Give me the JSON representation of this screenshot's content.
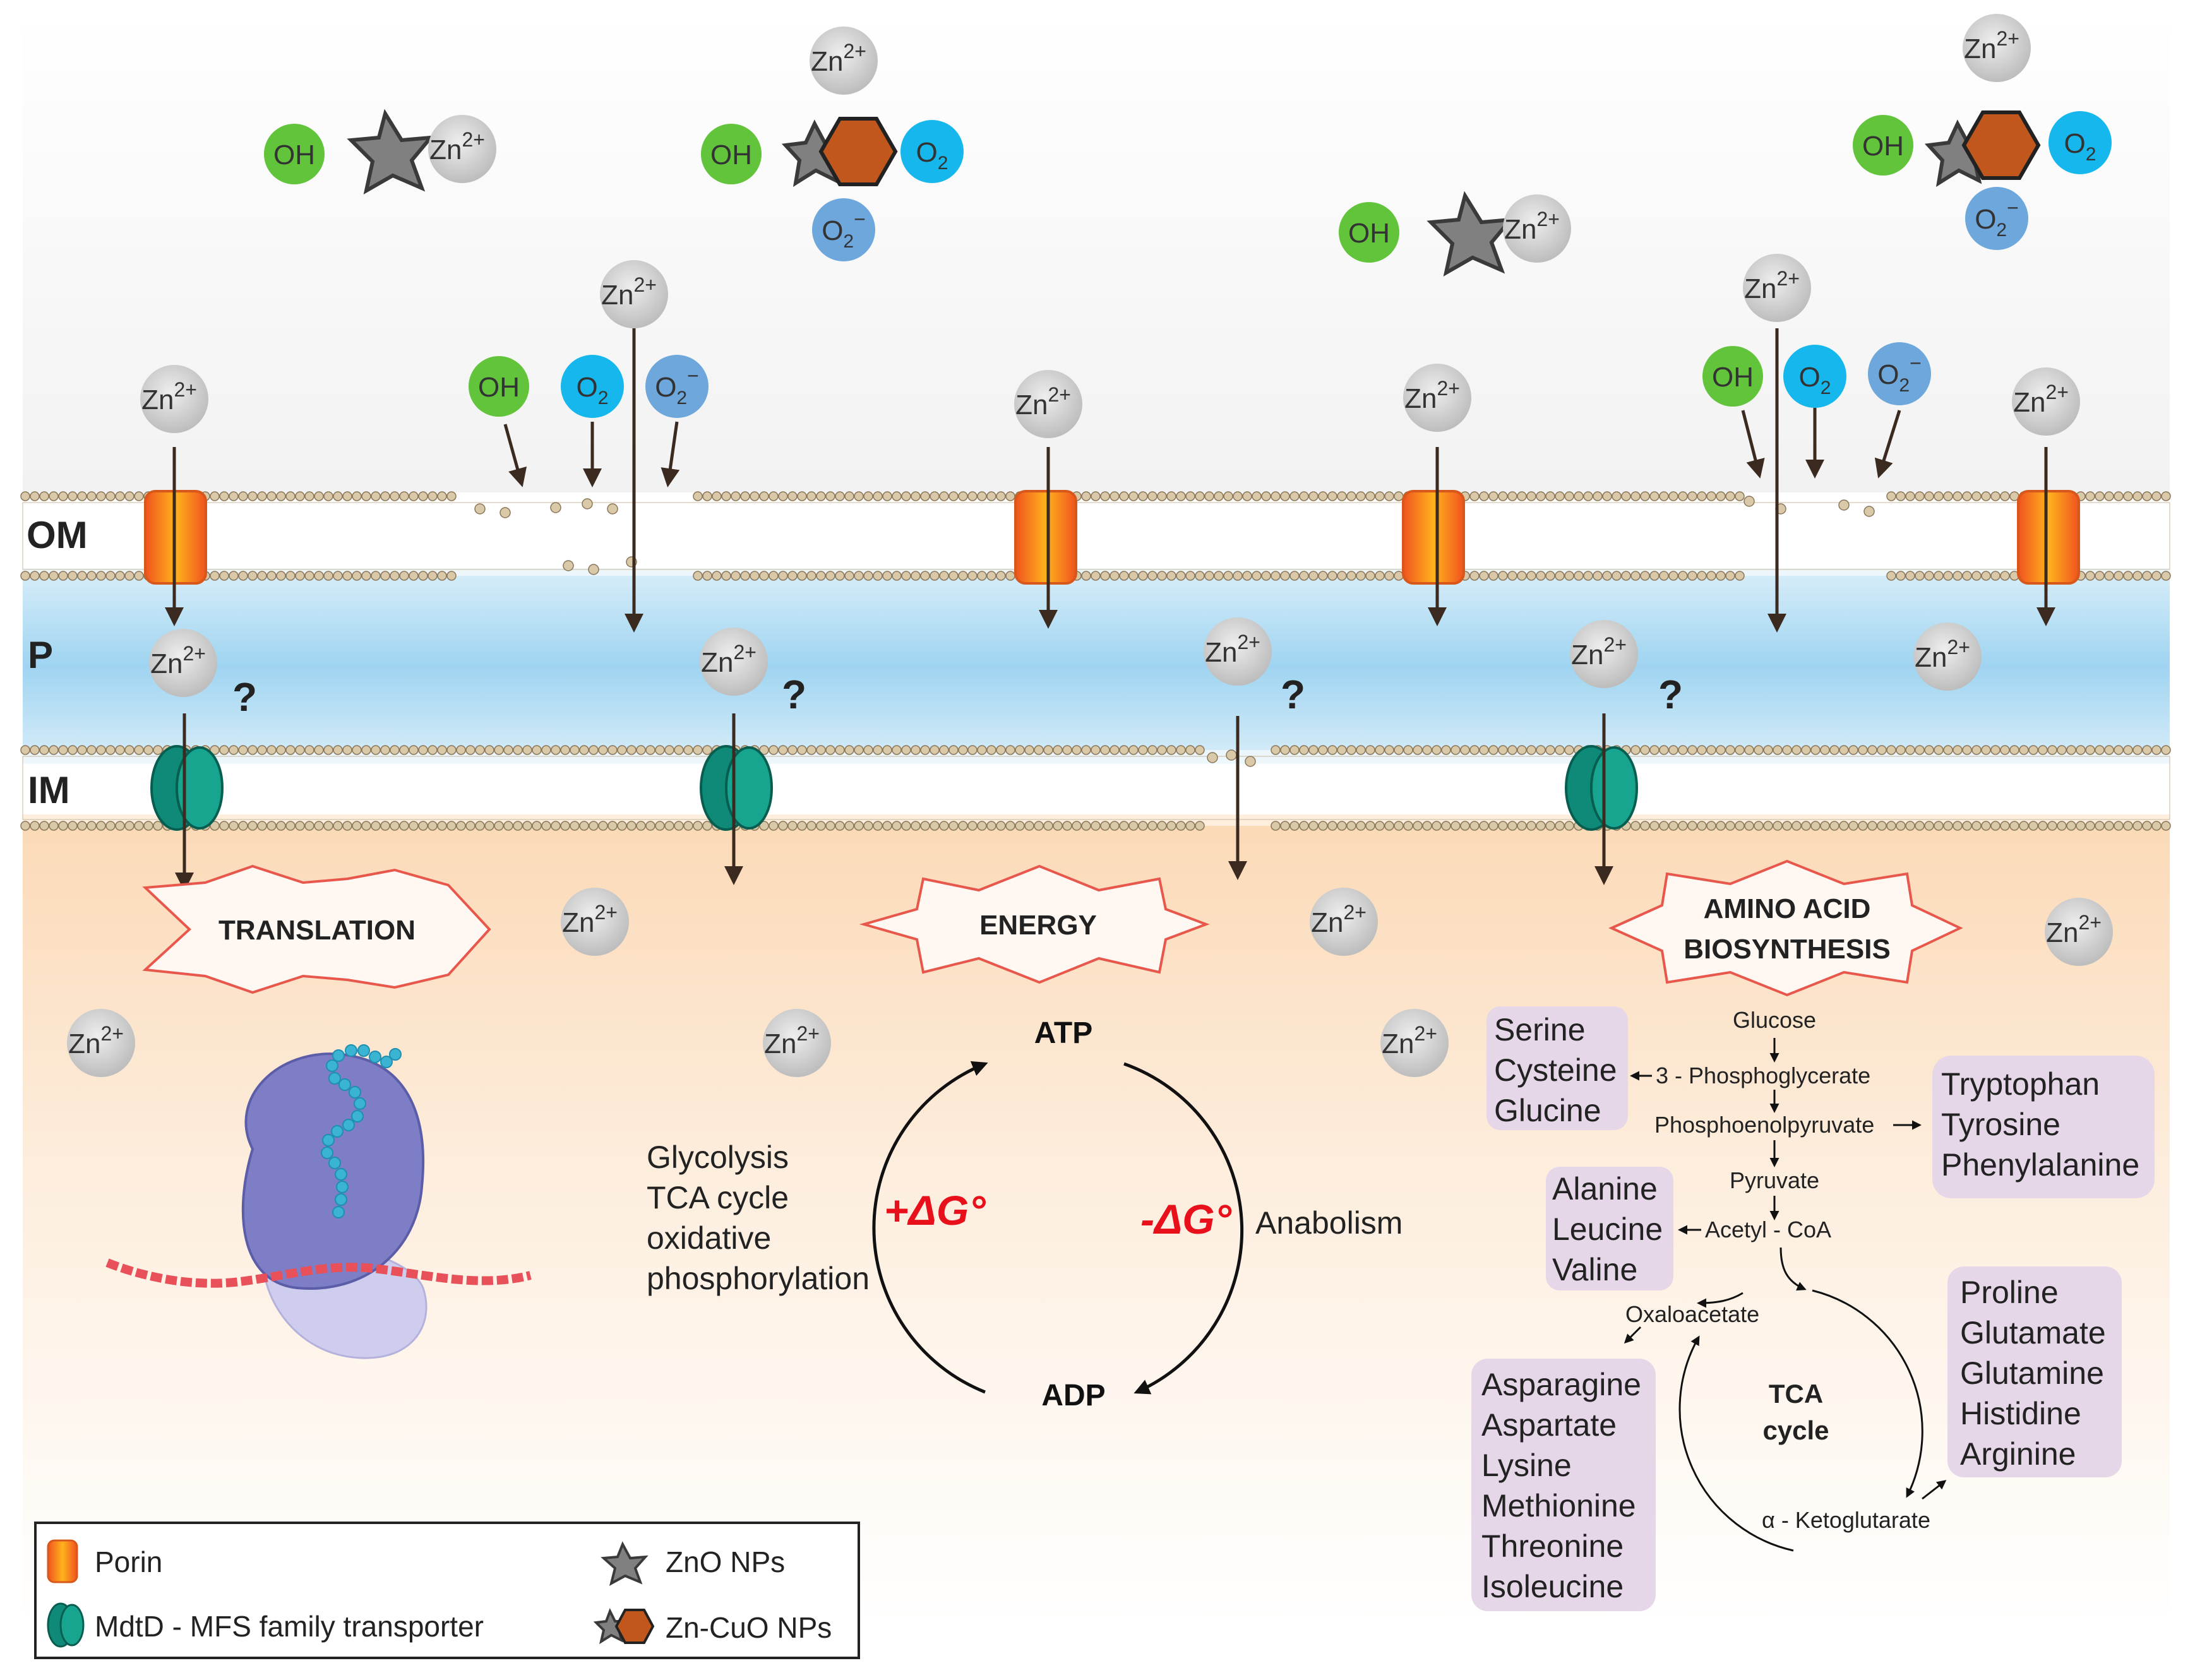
{
  "ions": {
    "zn": "Zn",
    "zn_charge": "2+",
    "oh": "OH",
    "o2": "O",
    "o2_sub": "2",
    "superoxide_charge": "−"
  },
  "layers": {
    "om": "OM",
    "p": "P",
    "im": "IM"
  },
  "question_mark": "?",
  "processes": {
    "translation": "TRANSLATION",
    "energy": "ENERGY",
    "amino_line1": "AMINO ACID",
    "amino_line2": "BIOSYNTHESIS"
  },
  "energy_cycle": {
    "atp": "ATP",
    "adp": "ADP",
    "plus_dg": "+ΔG°",
    "minus_dg": "-ΔG°",
    "anabolism": "Anabolism",
    "catabolism": [
      "Glycolysis",
      "TCA cycle",
      "oxidative",
      "phosphorylation"
    ]
  },
  "pathway": {
    "glucose": "Glucose",
    "pg3": "3 - Phosphoglycerate",
    "pep": "Phosphoenolpyruvate",
    "pyruvate": "Pyruvate",
    "acetyl": "Acetyl - CoA",
    "oxaloacetate": "Oxaloacetate",
    "akg": "α -  Ketoglutarate",
    "tca1": "TCA",
    "tca2": "cycle",
    "box_serine": [
      "Serine",
      "Cysteine",
      "Glucine"
    ],
    "box_tryptophan": [
      "Tryptophan",
      "Tyrosine",
      "Phenylalanine"
    ],
    "box_alanine": [
      "Alanine",
      "Leucine",
      "Valine"
    ],
    "box_asparagine": [
      "Asparagine",
      "Aspartate",
      "Lysine",
      "Methionine",
      "Threonine",
      "Isoleucine"
    ],
    "box_proline": [
      "Proline",
      "Glutamate",
      "Glutamine",
      "Histidine",
      "Arginine"
    ]
  },
  "legend": {
    "porin": "Porin",
    "mdtd": "MdtD - MFS family transporter",
    "zno": "ZnO NPs",
    "zncuo": "Zn-CuO NPs"
  },
  "colors": {
    "porin_orange": "#f7941d",
    "transporter_teal": "#0f8a78",
    "periplasm_blue": "#a9d8f2",
    "cytoplasm_peach": "#fce3c8",
    "oh_green": "#62c43a",
    "o2_cyan": "#15b7ec",
    "superoxide_blue": "#6ea7dc",
    "zn_gray": "#cdcdcd",
    "amino_box": "#e6d7e8",
    "red_text": "#e8101a"
  }
}
